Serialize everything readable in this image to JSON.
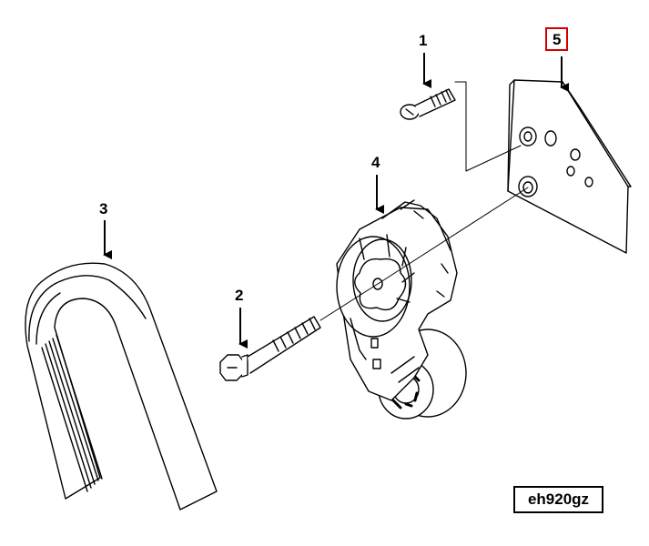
{
  "callouts": {
    "bolt_1": "1",
    "bolt_2": "2",
    "belt_3": "3",
    "tensioner_4": "4",
    "bracket_5": "5"
  },
  "highlight_color": "#d40000",
  "reference_code": "eh920gz"
}
